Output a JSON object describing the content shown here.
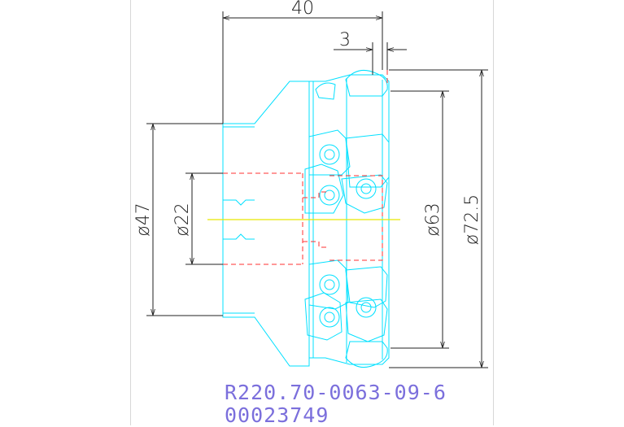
{
  "dimensions": {
    "length": "40",
    "offset": "3",
    "shank_diameter": "ø47",
    "bore_diameter": "ø22",
    "cutting_diameter": "ø63",
    "outer_diameter": "ø72.5"
  },
  "caption": {
    "part_number": "R220.70-0063-09-6",
    "item_code": "00023749"
  },
  "colors": {
    "outline": "#00e0ff",
    "hidden_lines": "#ff3030",
    "centerline": "#e8e800",
    "dimensions": "#222222",
    "caption": "#7b6fdc",
    "frame": "#d8d8d8"
  }
}
